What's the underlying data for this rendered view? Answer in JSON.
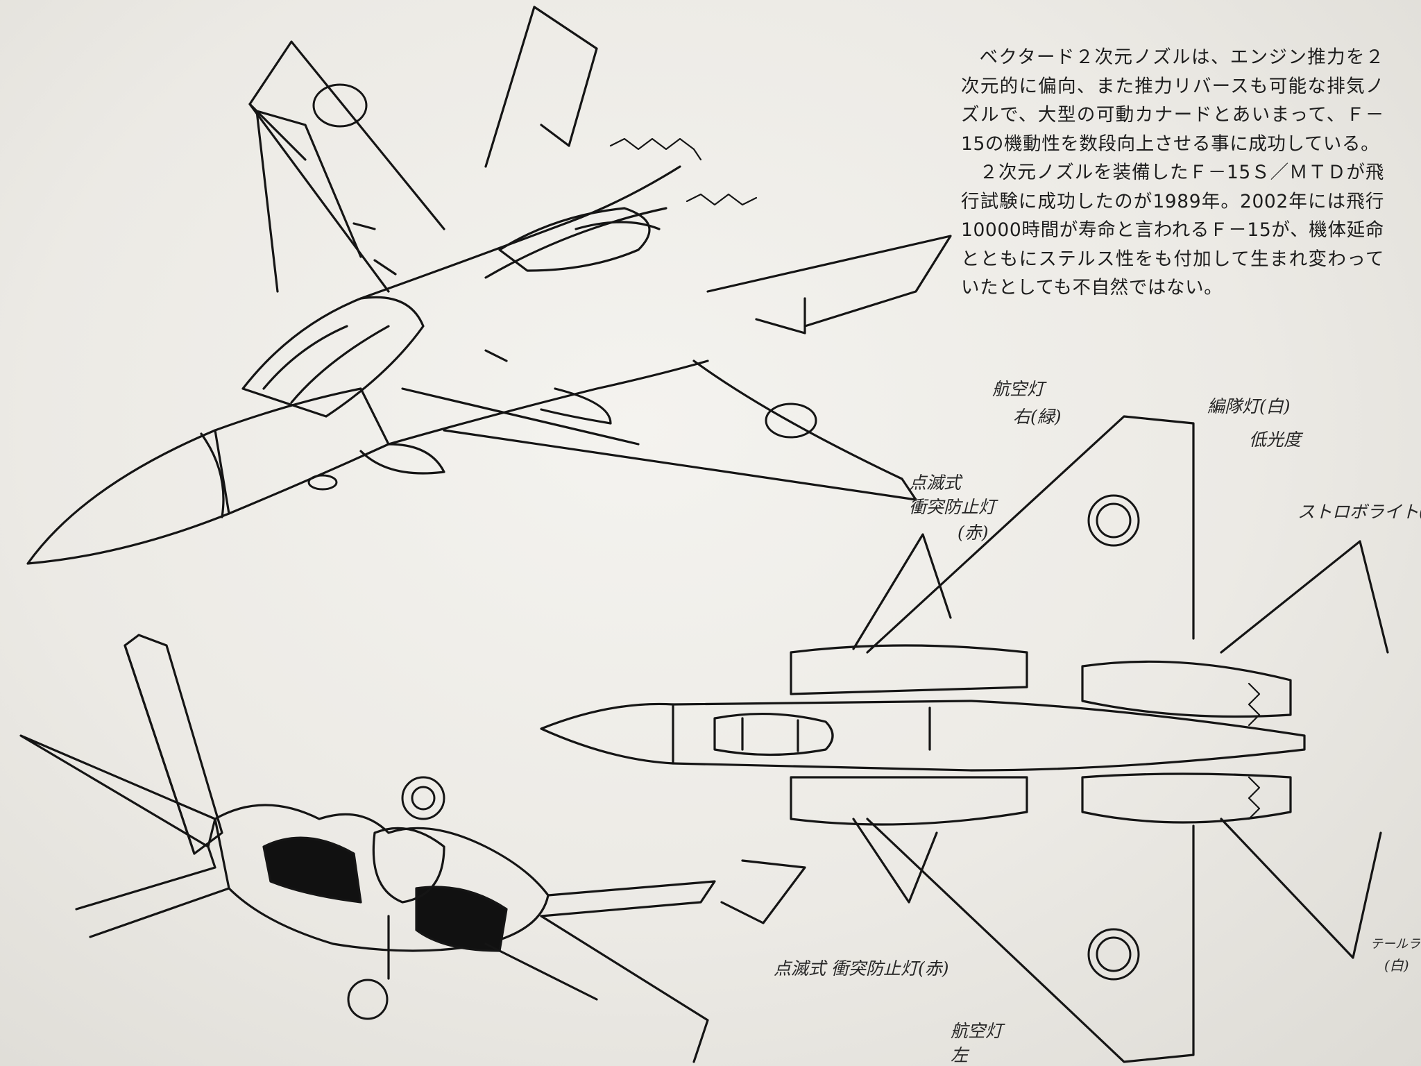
{
  "body_text": {
    "paragraph_1": "ベクタード２次元ノズルは、エンジン推力を２次元的に偏向、また推力リバースも可能な排気ノズルで、大型の可動カナードとあいまって、Ｆ－15の機動性を数段向上させる事に成功している。",
    "paragraph_2": "２次元ノズルを装備したＦ－15Ｓ／ＭＴＤが飛行試験に成功したのが1989年。2002年には飛行10000時間が寿命と言われるＦ－15が、機体延命とともにステルス性をも付加して生まれ変わっていたとしても不自然ではない。"
  },
  "annotations": {
    "nav_light_right_1": "航空灯",
    "nav_light_right_2": "右(緑)",
    "formation_light_1": "編隊灯(白)",
    "formation_light_2": "低光度",
    "anticollision_upper_1": "点滅式",
    "anticollision_upper_2": "衝突防止灯",
    "anticollision_upper_3": "(赤)",
    "strobe_light": "ストロボライト(",
    "tail_light_1": "テールライ",
    "tail_light_2": "(白)",
    "anticollision_lower": "点滅式 衝突防止灯(赤)",
    "nav_light_left_1": "航空灯",
    "nav_light_left_2": "左"
  }
}
